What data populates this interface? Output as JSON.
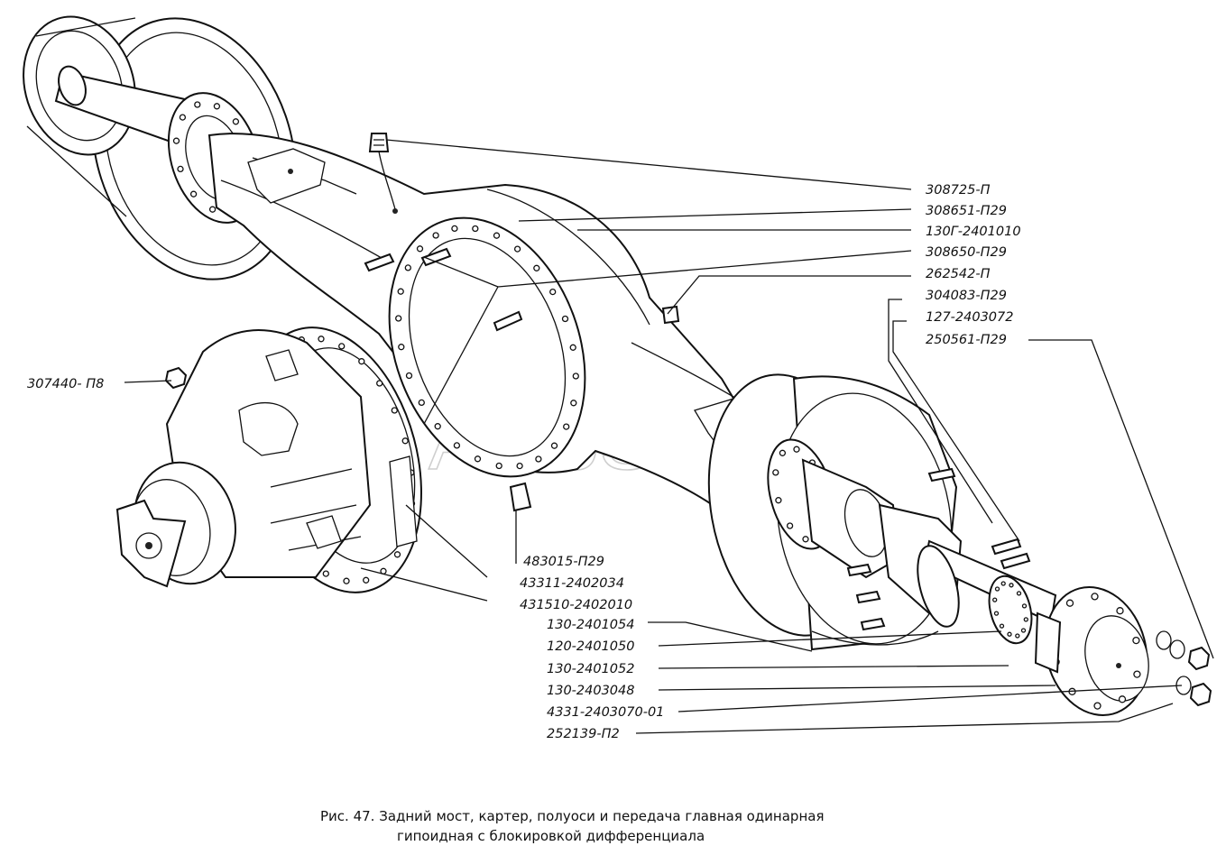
{
  "labels": {
    "left_a": "307440- П8",
    "r1": "308725-П",
    "r2": "308651-П29",
    "r3": "130Г-2401010",
    "r4": "308650-П29",
    "r5": "262542-П",
    "r6": "304083-П29",
    "r7": "127-2403072",
    "r8": "250561-П29",
    "b1": "483015-П29",
    "b2": "43311-2402034",
    "b3": "431510-2402010",
    "b4": "130-2401054",
    "b5": "120-2401050",
    "b6": "130-2401052",
    "b7": "130-2403048",
    "b8": "4331-2403070-01",
    "b9": "252139-П2"
  },
  "caption": {
    "line1": "Рис. 47. Задний мост, картер, полуоси и передача главная одинарная",
    "line2": "гипоидная с блокировкой дифференциала"
  },
  "watermark": "AutoSoft"
}
